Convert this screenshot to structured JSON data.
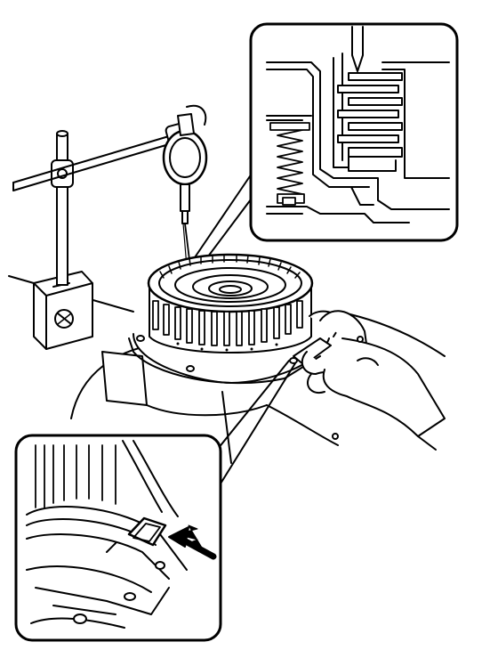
{
  "illustration": {
    "colors": {
      "line": "#000000",
      "background": "#ffffff"
    },
    "parts": [
      {
        "name": "magnetic-base",
        "icon": "magnet-base-icon"
      },
      {
        "name": "stand-post",
        "icon": "post-icon"
      },
      {
        "name": "dial-indicator",
        "icon": "dial-gauge-icon"
      },
      {
        "name": "clutch-drum-assembly",
        "icon": "clutch-drum-icon"
      },
      {
        "name": "hand-with-air-nozzle",
        "icon": "hand-icon"
      },
      {
        "name": "detail-callout-clutch-pack",
        "icon": "callout-icon"
      },
      {
        "name": "detail-callout-oil-hole",
        "icon": "callout-icon"
      },
      {
        "name": "oil-hole-arrow",
        "icon": "arrow-icon"
      }
    ]
  }
}
